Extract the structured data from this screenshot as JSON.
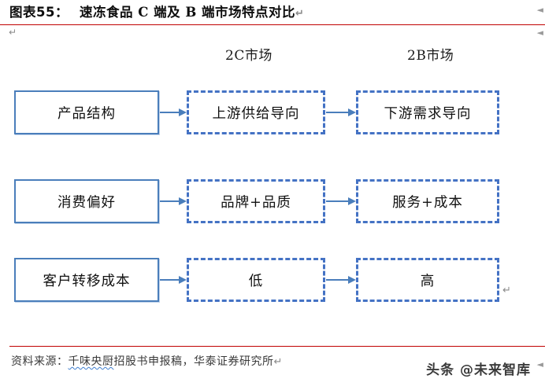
{
  "title": {
    "label": "图表55：",
    "text": "速冻食品 C 端及 B 端市场特点对比",
    "spell_underlined_part": "端市场特点",
    "return_mark": "↵"
  },
  "marks": {
    "pilcrow": "↵",
    "edge_chevron": "◄",
    "box_return": "↵"
  },
  "headers": {
    "c_column": "2C市场",
    "b_column": "2B市场"
  },
  "rows": [
    {
      "label": "产品结构",
      "c_value": "上游供给导向",
      "b_value": "下游需求导向"
    },
    {
      "label": "消费偏好",
      "c_value": "品牌+品质",
      "b_value": "服务+成本"
    },
    {
      "label": "客户转移成本",
      "c_value": "低",
      "b_value": "高"
    }
  ],
  "footer": {
    "source_prefix": "资料来源：",
    "source_company": "千味央厨",
    "source_rest": "招股书申报稿，华泰证券研究所",
    "source_return": "↵",
    "watermark": "头条 @未来智库"
  },
  "colors": {
    "rule": "#c00000",
    "solid_box_border": "#4a7ebb",
    "dashed_box_border": "#4472c4",
    "arrow": "#4a7ebb",
    "spellcheck_underline": "#3f7fd0"
  }
}
